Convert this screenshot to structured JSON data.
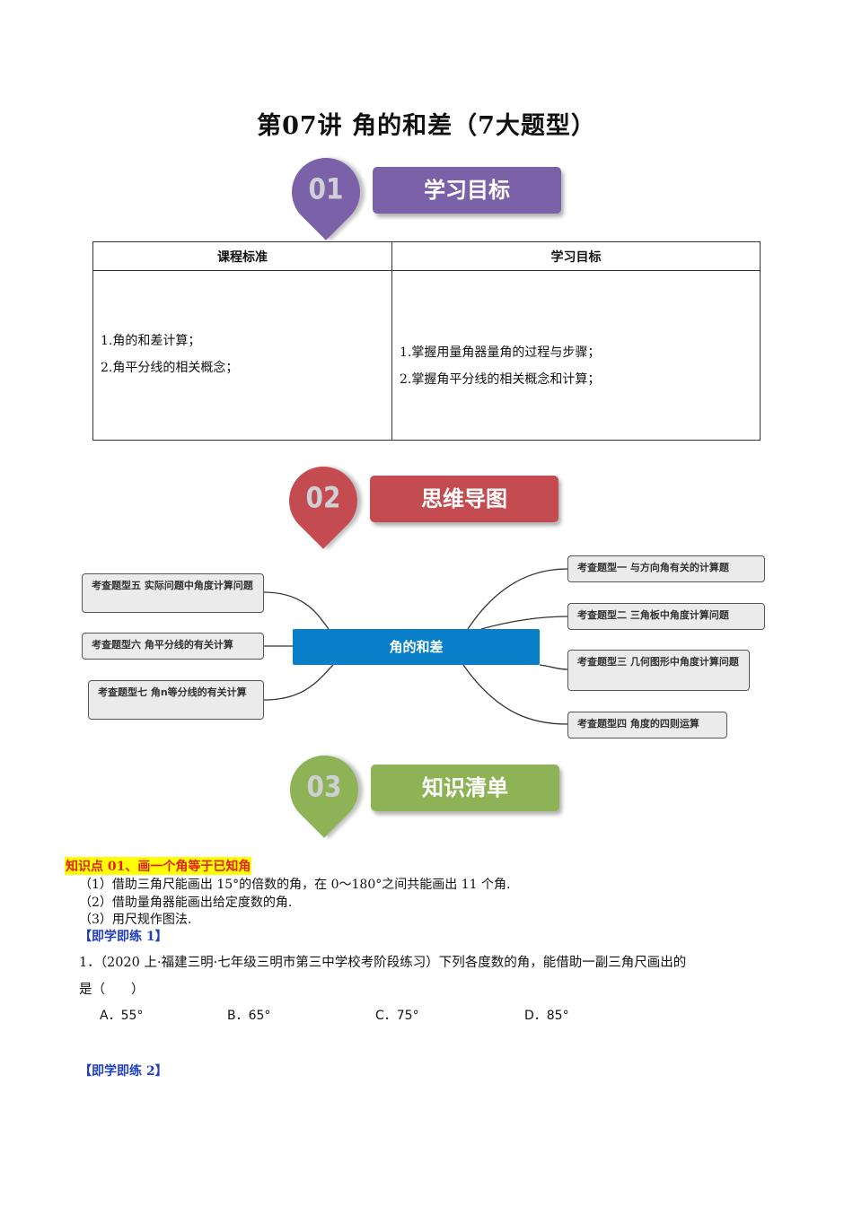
{
  "title": "第07讲  角的和差（7大题型）",
  "sections": [
    {
      "num": "01",
      "label": "学习目标",
      "color": "#7b61a8"
    },
    {
      "num": "02",
      "label": "思维导图",
      "color": "#c44b4f"
    },
    {
      "num": "03",
      "label": "知识清单",
      "color": "#8db356"
    }
  ],
  "table": {
    "headers": [
      "课程标准",
      "学习目标"
    ],
    "left": [
      "1.角的和差计算；",
      "2.角平分线的相关概念；"
    ],
    "right": [
      "1.掌握用量角器量角的过程与步骤；",
      "2.掌握角平分线的相关概念和计算；"
    ]
  },
  "mindmap": {
    "center": "角的和差",
    "left": [
      "考查题型五  实际问题中角度计算问题",
      "考查题型六  角平分线的有关计算",
      "考查题型七  角n等分线的有关计算"
    ],
    "right": [
      "考查题型一  与方向角有关的计算题",
      "考查题型二  三角板中角度计算问题",
      "考查题型三  几何图形中角度计算问题",
      "考查题型四  角度的四则运算"
    ]
  },
  "knowledge": {
    "heading": "知识点 01、画一个角等于已知角",
    "lines": [
      "（1）借助三角尺能画出 15°的倍数的角，在 0～180°之间共能画出 11 个角.",
      "（2）借助量角器能画出给定度数的角.",
      "（3）用尺规作图法."
    ]
  },
  "practice1": "【即学即练 1】",
  "question1": {
    "line1": "1．（2020 上·福建三明·七年级三明市第三中学校考阶段练习）下列各度数的角，能借助一副三角尺画出的",
    "line2": "是（　　）",
    "options": [
      "A．55°",
      "B．65°",
      "C．75°",
      "D．85°"
    ]
  },
  "practice2": "【即学即练 2】"
}
